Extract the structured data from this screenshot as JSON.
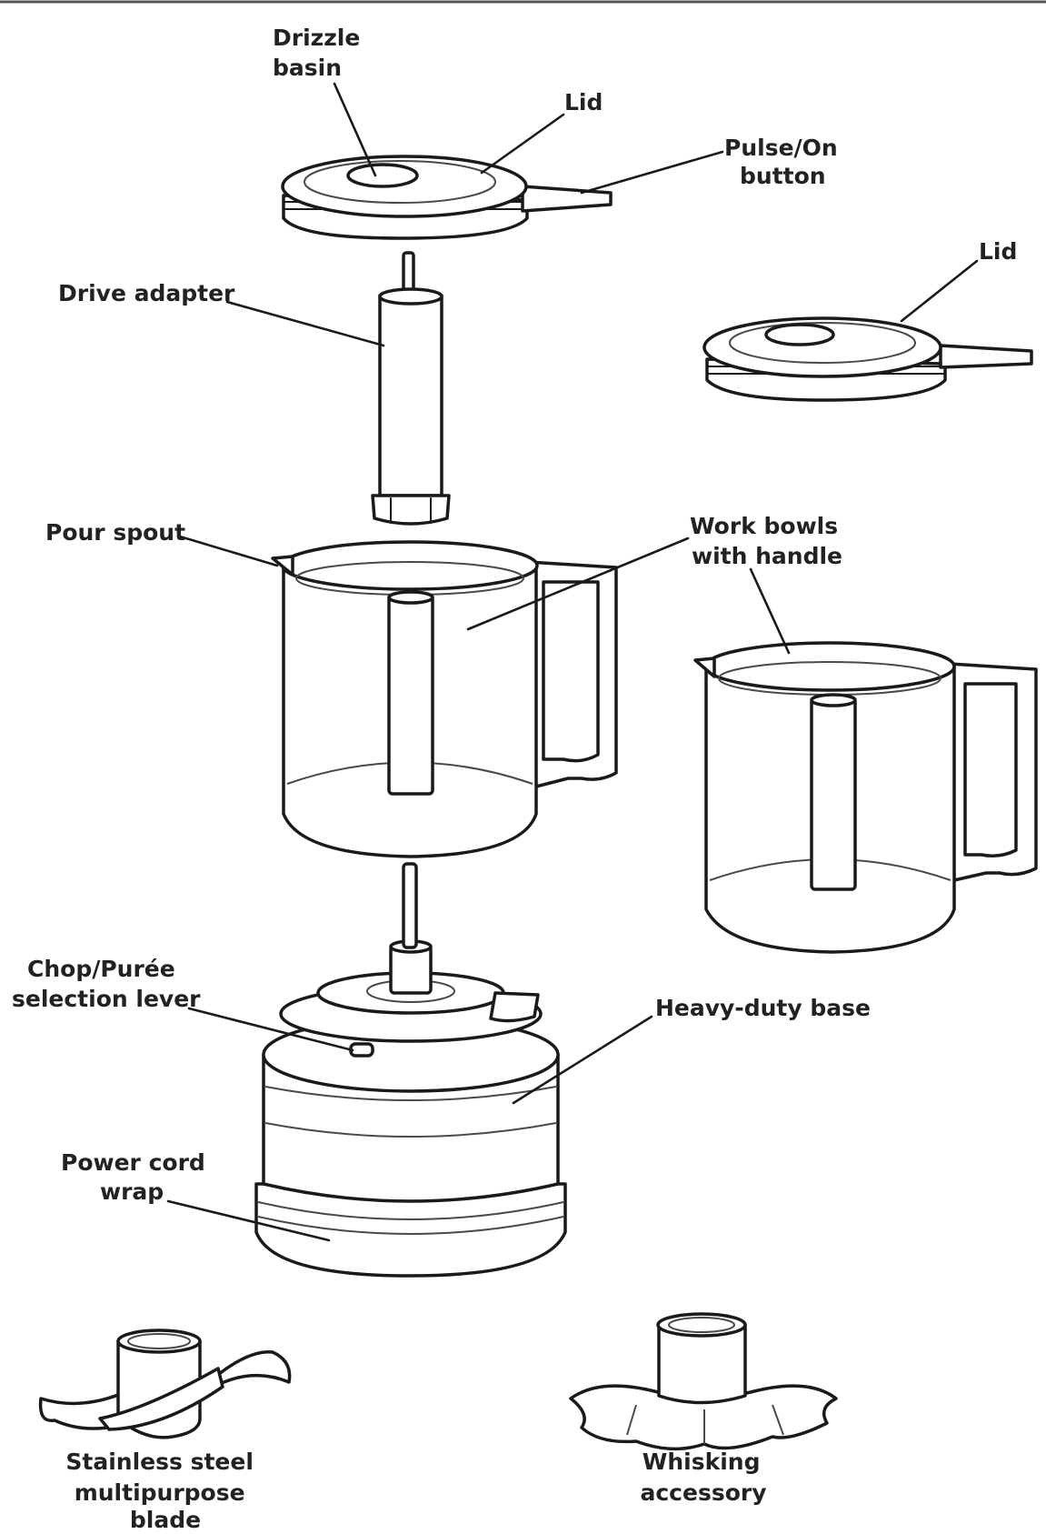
{
  "labels": {
    "drizzle_basin": [
      "Drizzle",
      "basin"
    ],
    "lid_top": "Lid",
    "pulse_on_button": [
      "Pulse/On",
      "button"
    ],
    "lid_right": "Lid",
    "drive_adapter": "Drive adapter",
    "pour_spout": "Pour spout",
    "work_bowls": [
      "Work bowls",
      "with handle"
    ],
    "chop_puree_lever": [
      "Chop/Purée",
      "selection lever"
    ],
    "heavy_duty_base": "Heavy-duty base",
    "power_cord_wrap": [
      "Power cord",
      "wrap"
    ],
    "blade": [
      "Stainless steel",
      "multipurpose",
      "blade"
    ],
    "whisking_accessory": [
      "Whisking",
      "accessory"
    ]
  }
}
